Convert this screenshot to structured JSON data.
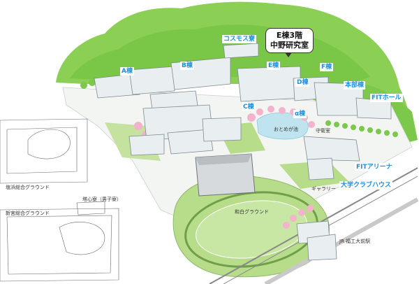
{
  "labels": {
    "cosmos": "コスモス寮",
    "e3_line1": "E棟3階",
    "e3_line2": "中野研究室",
    "e": "E棟",
    "a": "A棟",
    "b": "B棟",
    "d": "D棟",
    "f": "F棟",
    "honbu": "本部棟",
    "fit_hall": "FITホール",
    "c": "C棟",
    "alpha": "α棟",
    "fit_arena": "FITアリーナ",
    "club_house": "大学クラブハウス"
  },
  "small": {
    "otome": "おとめが池",
    "shuei": "守衛室",
    "gallery": "ギャラリー",
    "wajiro": "和白グラウンド",
    "station": "JR 福工大前駅",
    "shiohama": "塩浜総合グラウンド",
    "joshin": "塔心寮（男子寮）",
    "shingu": "新宮総合グラウンド"
  },
  "colors": {
    "forest": "#8bcf55",
    "forest_dark": "#6fbf3e",
    "grass": "#b7dc8a",
    "label_blue": "#1f8fd8",
    "pond": "#bfe4ef",
    "cherry": "#f4b3cc",
    "building": "#e9eef1"
  }
}
